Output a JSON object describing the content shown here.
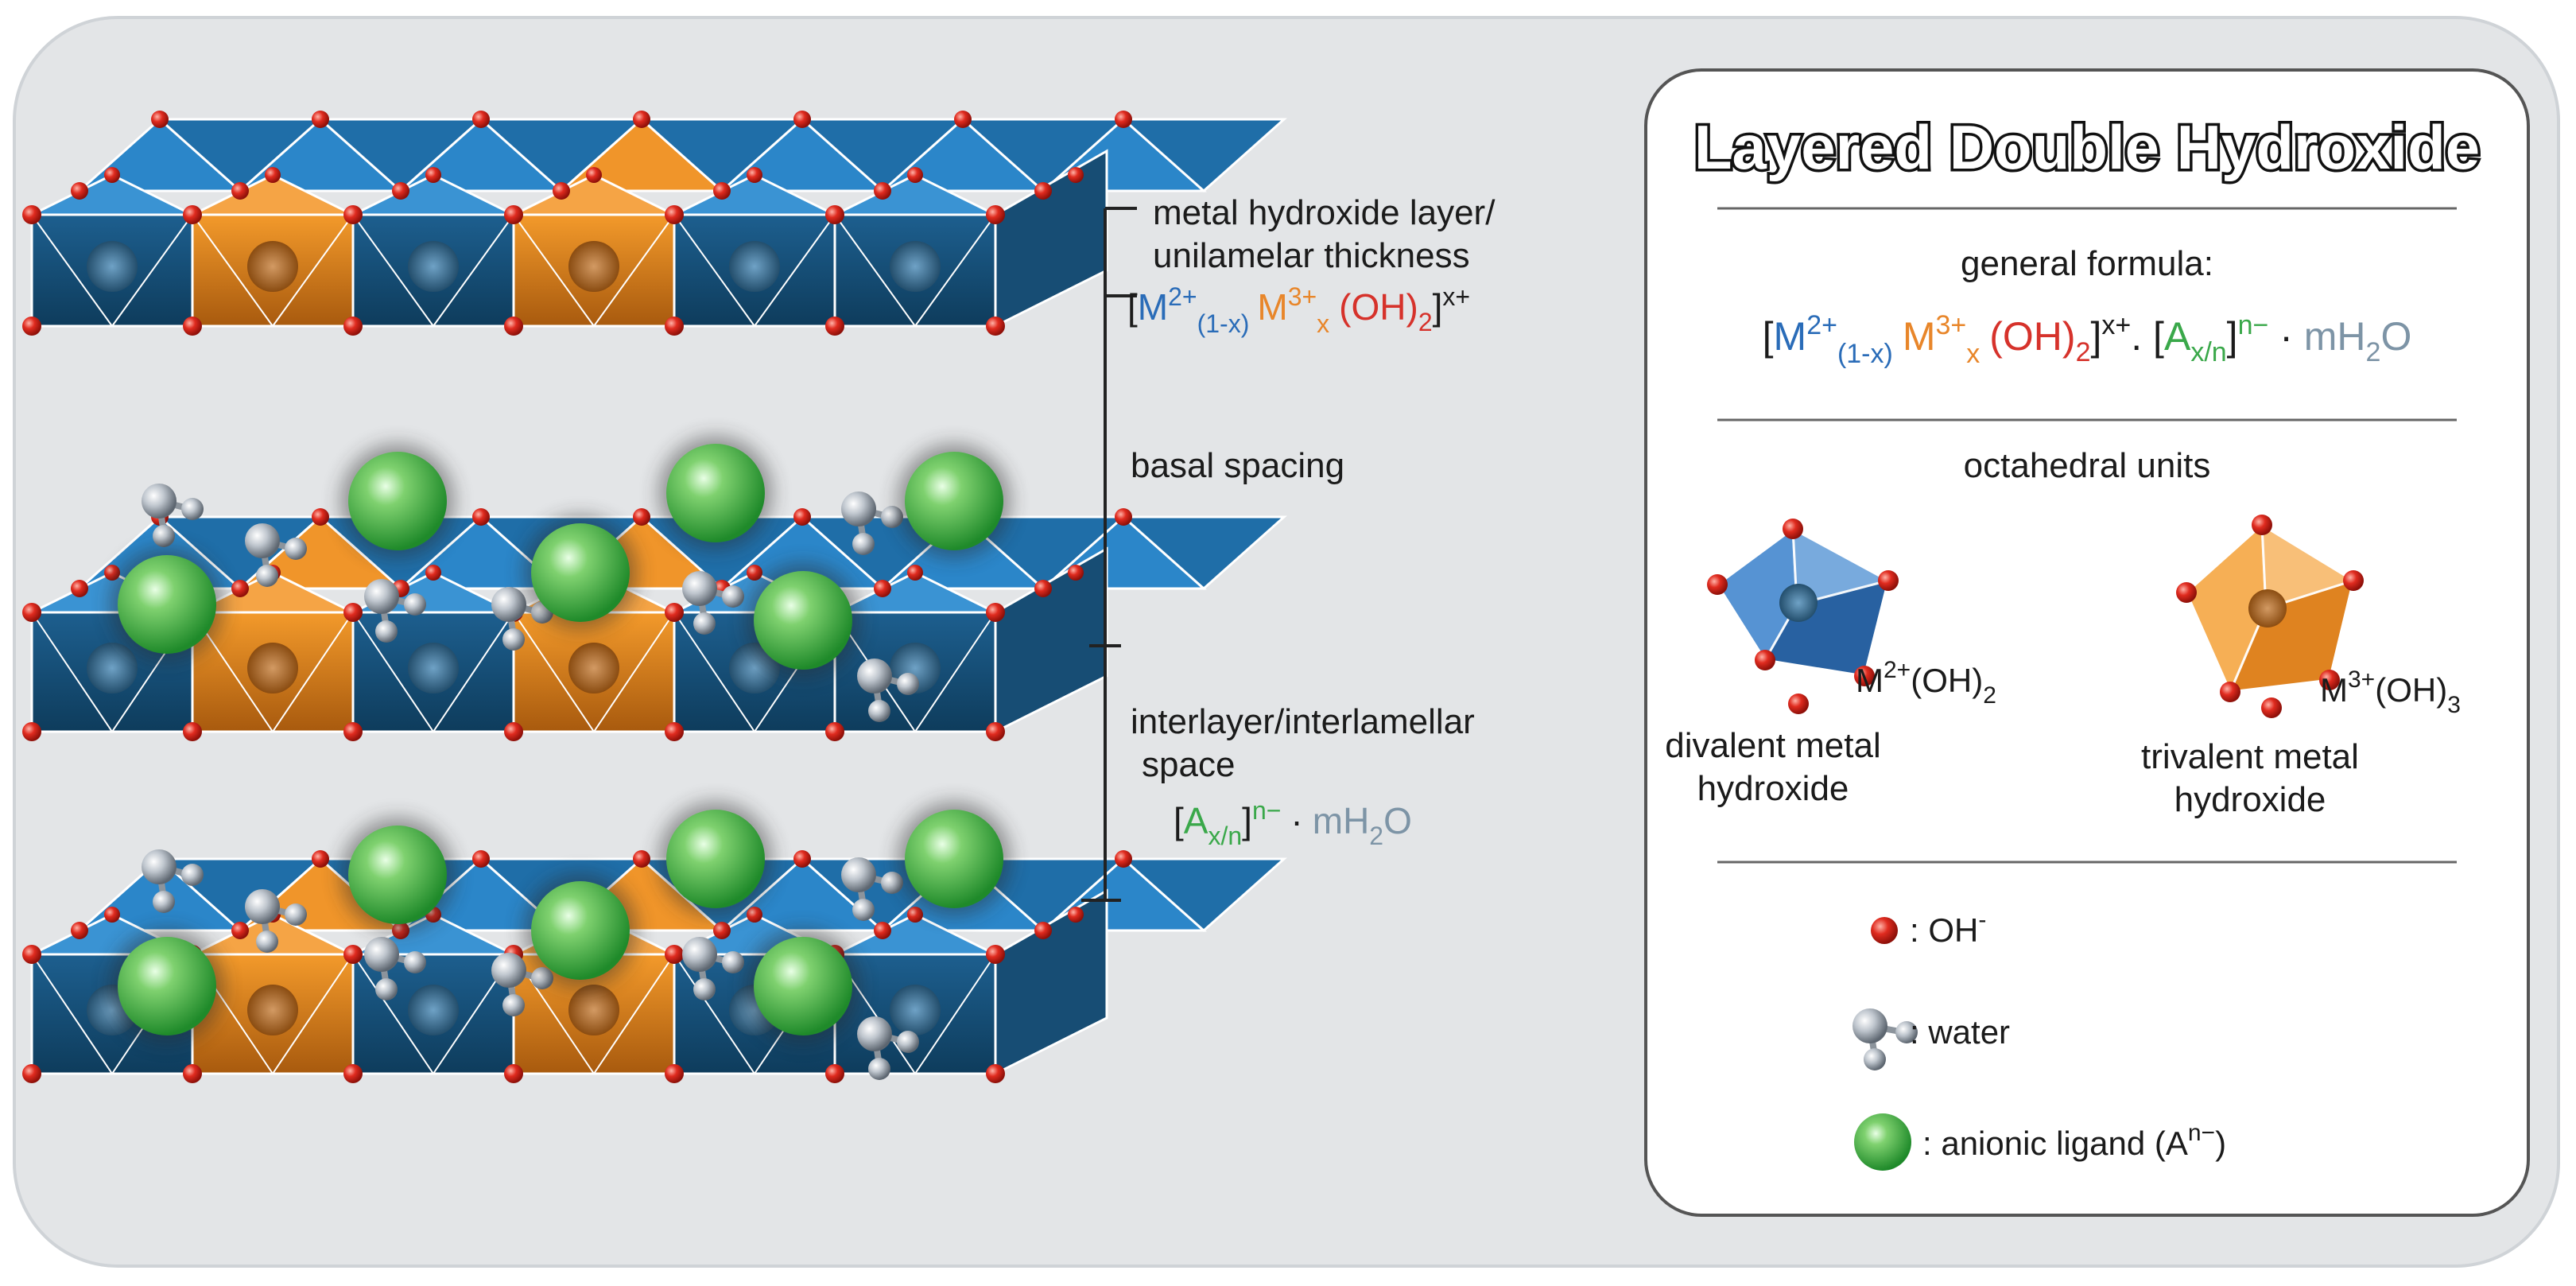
{
  "colors": {
    "background_panel": "#e3e5e7",
    "legend_panel": "#ffffff",
    "divalent_blue": "#2f7fc8",
    "trivalent_orange": "#f0952a",
    "hydroxide_red": "#e02b1f",
    "anion_green": "#3fae4a",
    "water_grey": "#a9b0b8"
  },
  "structure_labels": {
    "layer_line1": "metal hydroxide layer/",
    "layer_line2": "unilamelar thickness",
    "layer_formula": {
      "open": "[",
      "m2": "M",
      "m2_sup": "2+",
      "m2_sub": "(1-x)",
      "m3": "M",
      "m3_sup": "3+",
      "m3_sub": "x",
      "oh": "(OH)",
      "oh_sub": "2",
      "close": "]",
      "charge": "x+"
    },
    "basal": "basal spacing",
    "interlayer_line1": "interlayer/interlamellar",
    "interlayer_line2": "space",
    "interlayer_formula": {
      "open": "[",
      "a": "A",
      "a_sub": "x/n",
      "close": "]",
      "charge": "n−",
      "dot": "·",
      "water": "mH",
      "water_sub": "2",
      "water_end": "O"
    }
  },
  "legend": {
    "title": "Layered Double Hydroxide",
    "general_formula_label": "general formula:",
    "general_formula": {
      "open": "[",
      "m2": "M",
      "m2_sup": "2+",
      "m2_sub": "(1-x)",
      "m3": "M",
      "m3_sup": "3+",
      "m3_sub": "x",
      "oh": "(OH)",
      "oh_sub": "2",
      "close": "]",
      "charge": "x+",
      "sep": ". [",
      "a": "A",
      "a_sub": "x/n",
      "close2": "]",
      "charge2": "n−",
      "dot": " · ",
      "water": "mH",
      "water_sub": "2",
      "water_end": "O"
    },
    "octahedral_label": "octahedral units",
    "divalent": {
      "formula_m": "M",
      "formula_sup": "2+",
      "formula_rest": "(OH)",
      "formula_sub": "2",
      "name_line1": "divalent metal",
      "name_line2": "hydroxide"
    },
    "trivalent": {
      "formula_m": "M",
      "formula_sup": "3+",
      "formula_rest": "(OH)",
      "formula_sub": "3",
      "name_line1": "trivalent metal",
      "name_line2": "hydroxide"
    },
    "keys": {
      "oh": ": OH",
      "oh_sup": "-",
      "water": ": water",
      "anion": ": anionic ligand (A",
      "anion_sup": "n−",
      "anion_end": ")"
    }
  }
}
